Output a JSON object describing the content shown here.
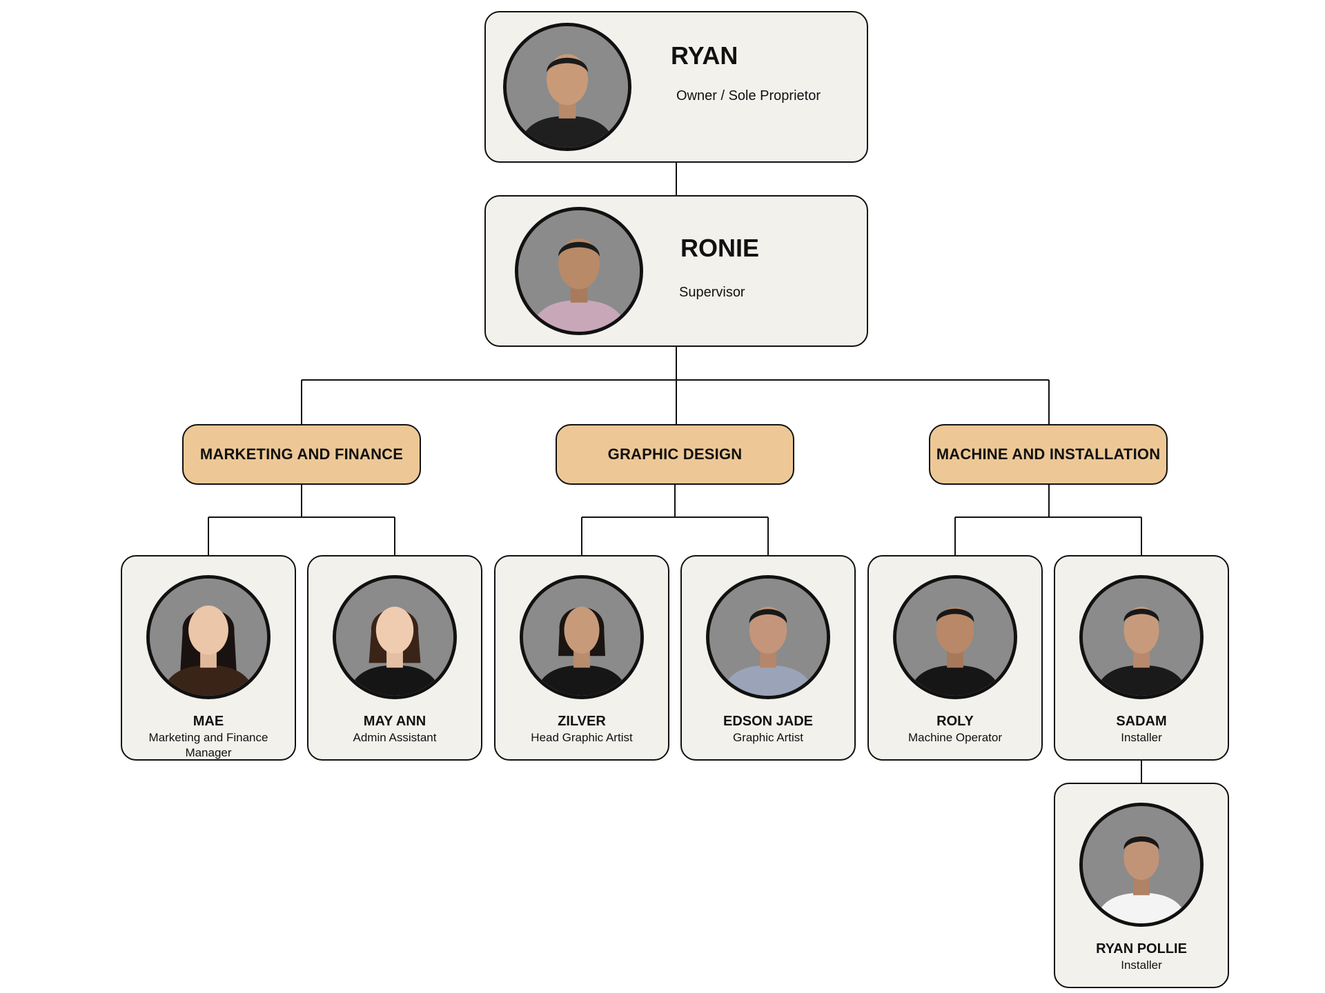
{
  "owner": {
    "name": "RYAN",
    "role": "Owner / Sole Proprietor",
    "shirt_color": "#1f1f1f",
    "icon": "person-photo"
  },
  "supervisor": {
    "name": "RONIE",
    "role": "Supervisor",
    "shirt_color": "#c8a7b8",
    "icon": "person-photo"
  },
  "departments": [
    {
      "name": "MARKETING AND FINANCE"
    },
    {
      "name": "GRAPHIC DESIGN"
    },
    {
      "name": "MACHINE AND INSTALLATION"
    }
  ],
  "members": [
    {
      "name": "MAE",
      "role": "Marketing and Finance Manager",
      "shirt_color": "#3a2418"
    },
    {
      "name": "MAY ANN",
      "role": "Admin Assistant",
      "shirt_color": "#151515"
    },
    {
      "name": "ZILVER",
      "role": "Head Graphic Artist",
      "shirt_color": "#161616"
    },
    {
      "name": "EDSON JADE",
      "role": "Graphic Artist",
      "shirt_color": "#9aa3b8"
    },
    {
      "name": "ROLY",
      "role": "Machine Operator",
      "shirt_color": "#161616"
    },
    {
      "name": "SADAM",
      "role": "Installer",
      "shirt_color": "#1a1a1a"
    },
    {
      "name": "RYAN POLLIE",
      "role": "Installer",
      "shirt_color": "#f4f4f4"
    }
  ],
  "colors": {
    "card_bg": "#f3f1ec",
    "dept_bg": "#edc896",
    "outline": "#111111",
    "photo_bg": "#8b8b8b"
  }
}
